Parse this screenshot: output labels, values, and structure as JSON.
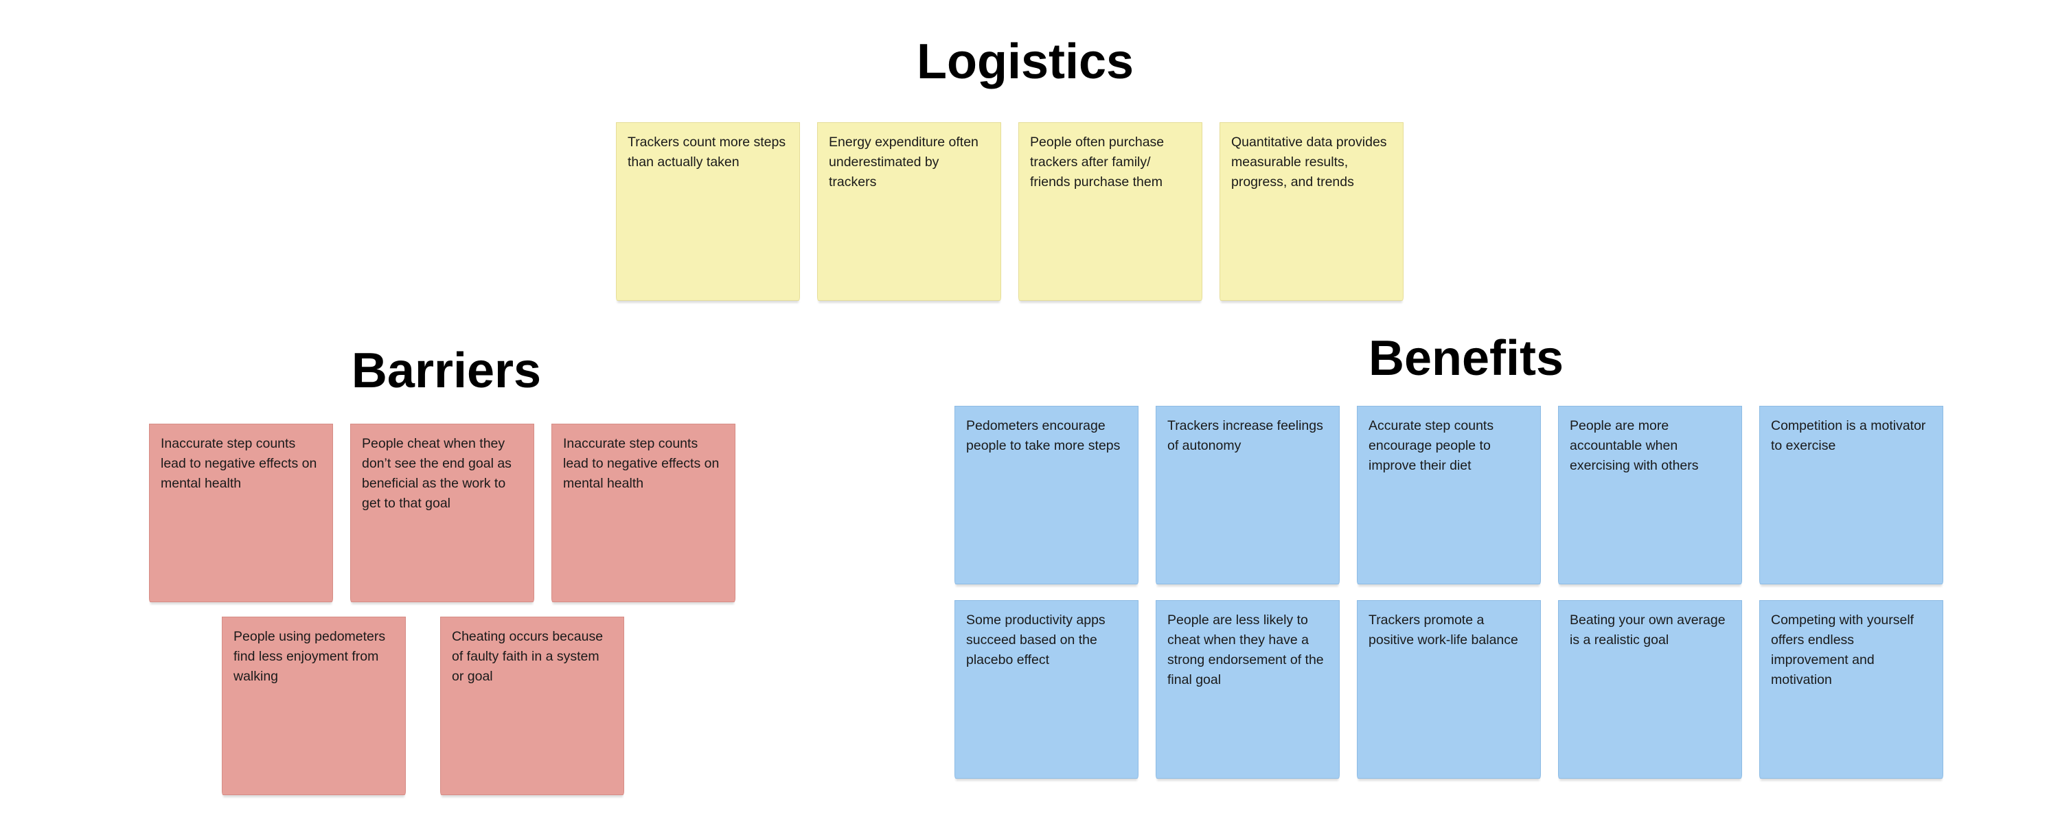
{
  "colors": {
    "logistics_note": "#f7f2b4",
    "logistics_border": "#e6dd98",
    "barriers_note": "#e6a09a",
    "barriers_border": "#d68c85",
    "benefits_note": "#a5cef2",
    "benefits_border": "#8dbbe4"
  },
  "logistics": {
    "title": "Logistics",
    "notes": [
      "Trackers count more steps than actually taken",
      "Energy expenditure often underestimated by trackers",
      "People often purchase trackers after family/ friends purchase them",
      "Quantitative data provides measurable results, progress, and trends"
    ]
  },
  "barriers": {
    "title": "Barriers",
    "notes": [
      "Inaccurate step counts lead to negative effects on mental health",
      "People cheat when they don’t see the end goal as beneficial as the work to get to that goal",
      "Inaccurate step counts lead to negative effects on mental health",
      "People using pedometers find less enjoyment from walking",
      "Cheating occurs because of faulty faith in a system or goal"
    ]
  },
  "benefits": {
    "title": "Benefits",
    "notes": [
      "Pedometers encourage people to take more steps",
      "Trackers increase feelings of autonomy",
      "Accurate step counts encourage people to improve their diet",
      "People are more accountable when exercising with others",
      "Competition is a motivator to exercise",
      "Some productivity apps succeed based on the placebo effect",
      "People are less likely to cheat when they have a strong endorsement of the final goal",
      "Trackers promote a positive work-life balance",
      "Beating your own average is a realistic goal",
      "Competing with yourself offers endless improvement and motivation"
    ]
  }
}
